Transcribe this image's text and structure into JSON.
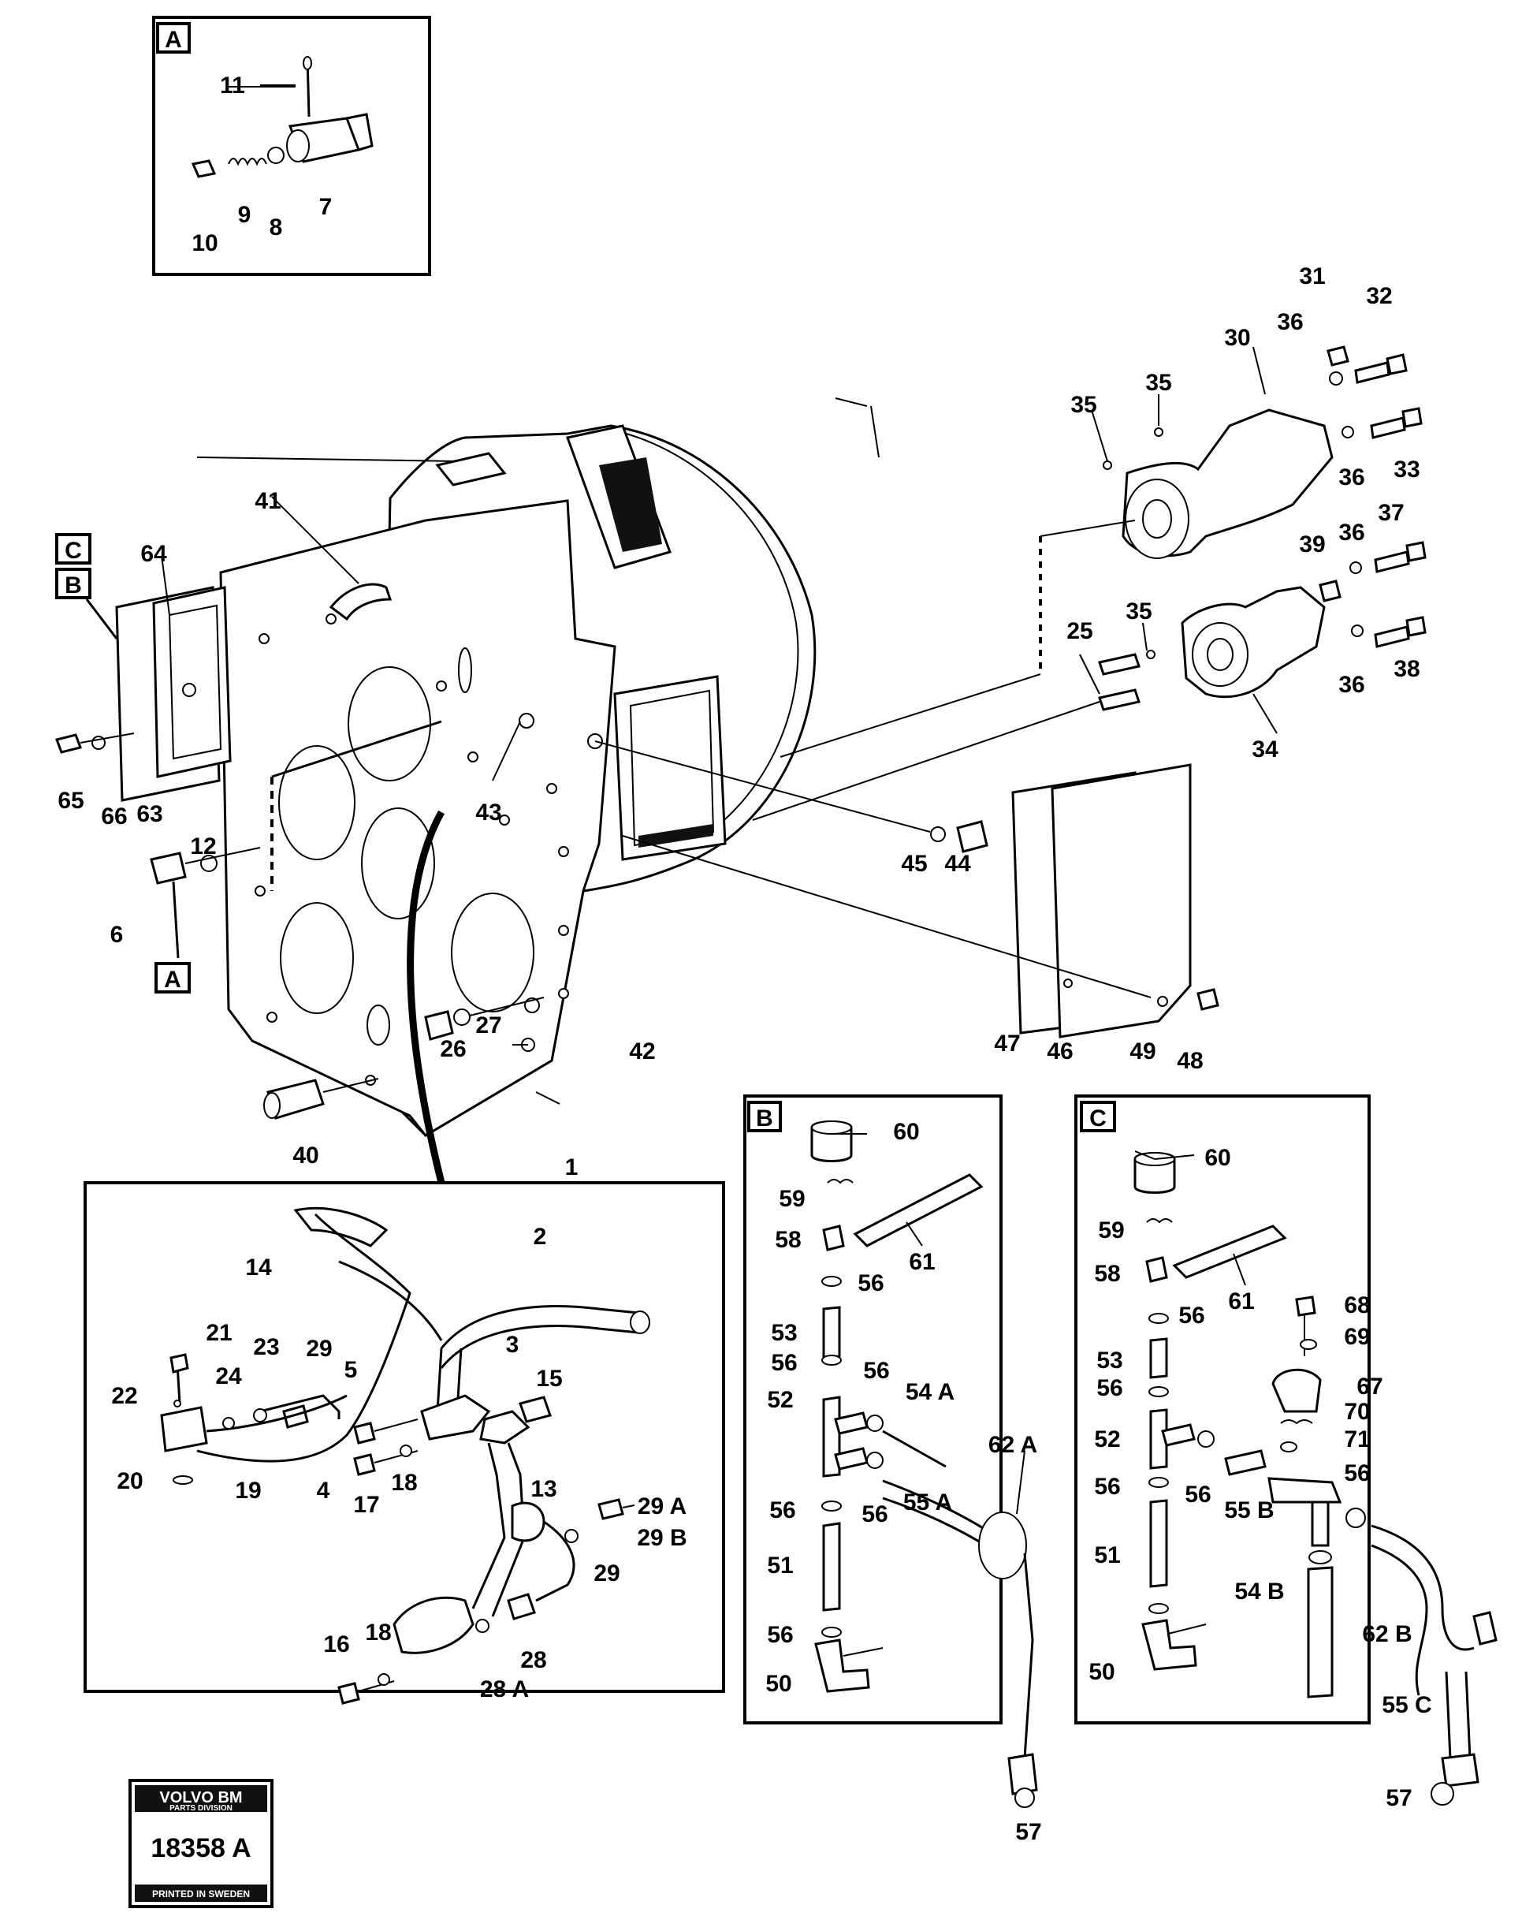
{
  "panels": {
    "a": "A",
    "b": "B",
    "c": "C"
  },
  "callouts": {
    "a": "A",
    "b": "B",
    "c": "C"
  },
  "labels": {
    "l1": "1",
    "l2": "2",
    "l3": "3",
    "l4": "4",
    "l5": "5",
    "l6": "6",
    "l7": "7",
    "l8": "8",
    "l9": "9",
    "l10": "10",
    "l11": "11",
    "l12": "12",
    "l13": "13",
    "l14": "14",
    "l15": "15",
    "l16": "16",
    "l17": "17",
    "l18a": "18",
    "l18b": "18",
    "l19": "19",
    "l20": "20",
    "l21": "21",
    "l22": "22",
    "l23": "23",
    "l24": "24",
    "l25": "25",
    "l26": "26",
    "l27": "27",
    "l28": "28",
    "l28A": "28 A",
    "l29a": "29",
    "l29b": "29",
    "l29A": "29 A",
    "l29B": "29 B",
    "l30": "30",
    "l31": "31",
    "l32": "32",
    "l33": "33",
    "l34": "34",
    "l35a": "35",
    "l35b": "35",
    "l35c": "35",
    "l36a": "36",
    "l36b": "36",
    "l36c": "36",
    "l36d": "36",
    "l37": "37",
    "l38": "38",
    "l39": "39",
    "l40": "40",
    "l41": "41",
    "l42": "42",
    "l43": "43",
    "l44": "44",
    "l45": "45",
    "l46": "46",
    "l47": "47",
    "l48": "48",
    "l49": "49",
    "l63": "63",
    "l64": "64",
    "l65": "65",
    "l66": "66",
    "b50": "50",
    "b51": "51",
    "b52": "52",
    "b53": "53",
    "b54A": "54 A",
    "b55A": "55 A",
    "b56a": "56",
    "b56b": "56",
    "b56c": "56",
    "b56d": "56",
    "b56e": "56",
    "b56f": "56",
    "b57": "57",
    "b58": "58",
    "b59": "59",
    "b60": "60",
    "b61": "61",
    "b62A": "62 A",
    "c50": "50",
    "c51": "51",
    "c52": "52",
    "c53": "53",
    "c54B": "54 B",
    "c55B": "55 B",
    "c55C": "55 C",
    "c56a": "56",
    "c56b": "56",
    "c56c": "56",
    "c56d": "56",
    "c56e": "56",
    "c57": "57",
    "c58": "58",
    "c59": "59",
    "c60": "60",
    "c61": "61",
    "c62B": "62 B",
    "c67": "67",
    "c68": "68",
    "c69": "69",
    "c70": "70",
    "c71": "71"
  },
  "stamp": {
    "brand": "VOLVO BM",
    "division": "PARTS DIVISION",
    "number": "18358 A",
    "printed": "PRINTED IN SWEDEN"
  }
}
